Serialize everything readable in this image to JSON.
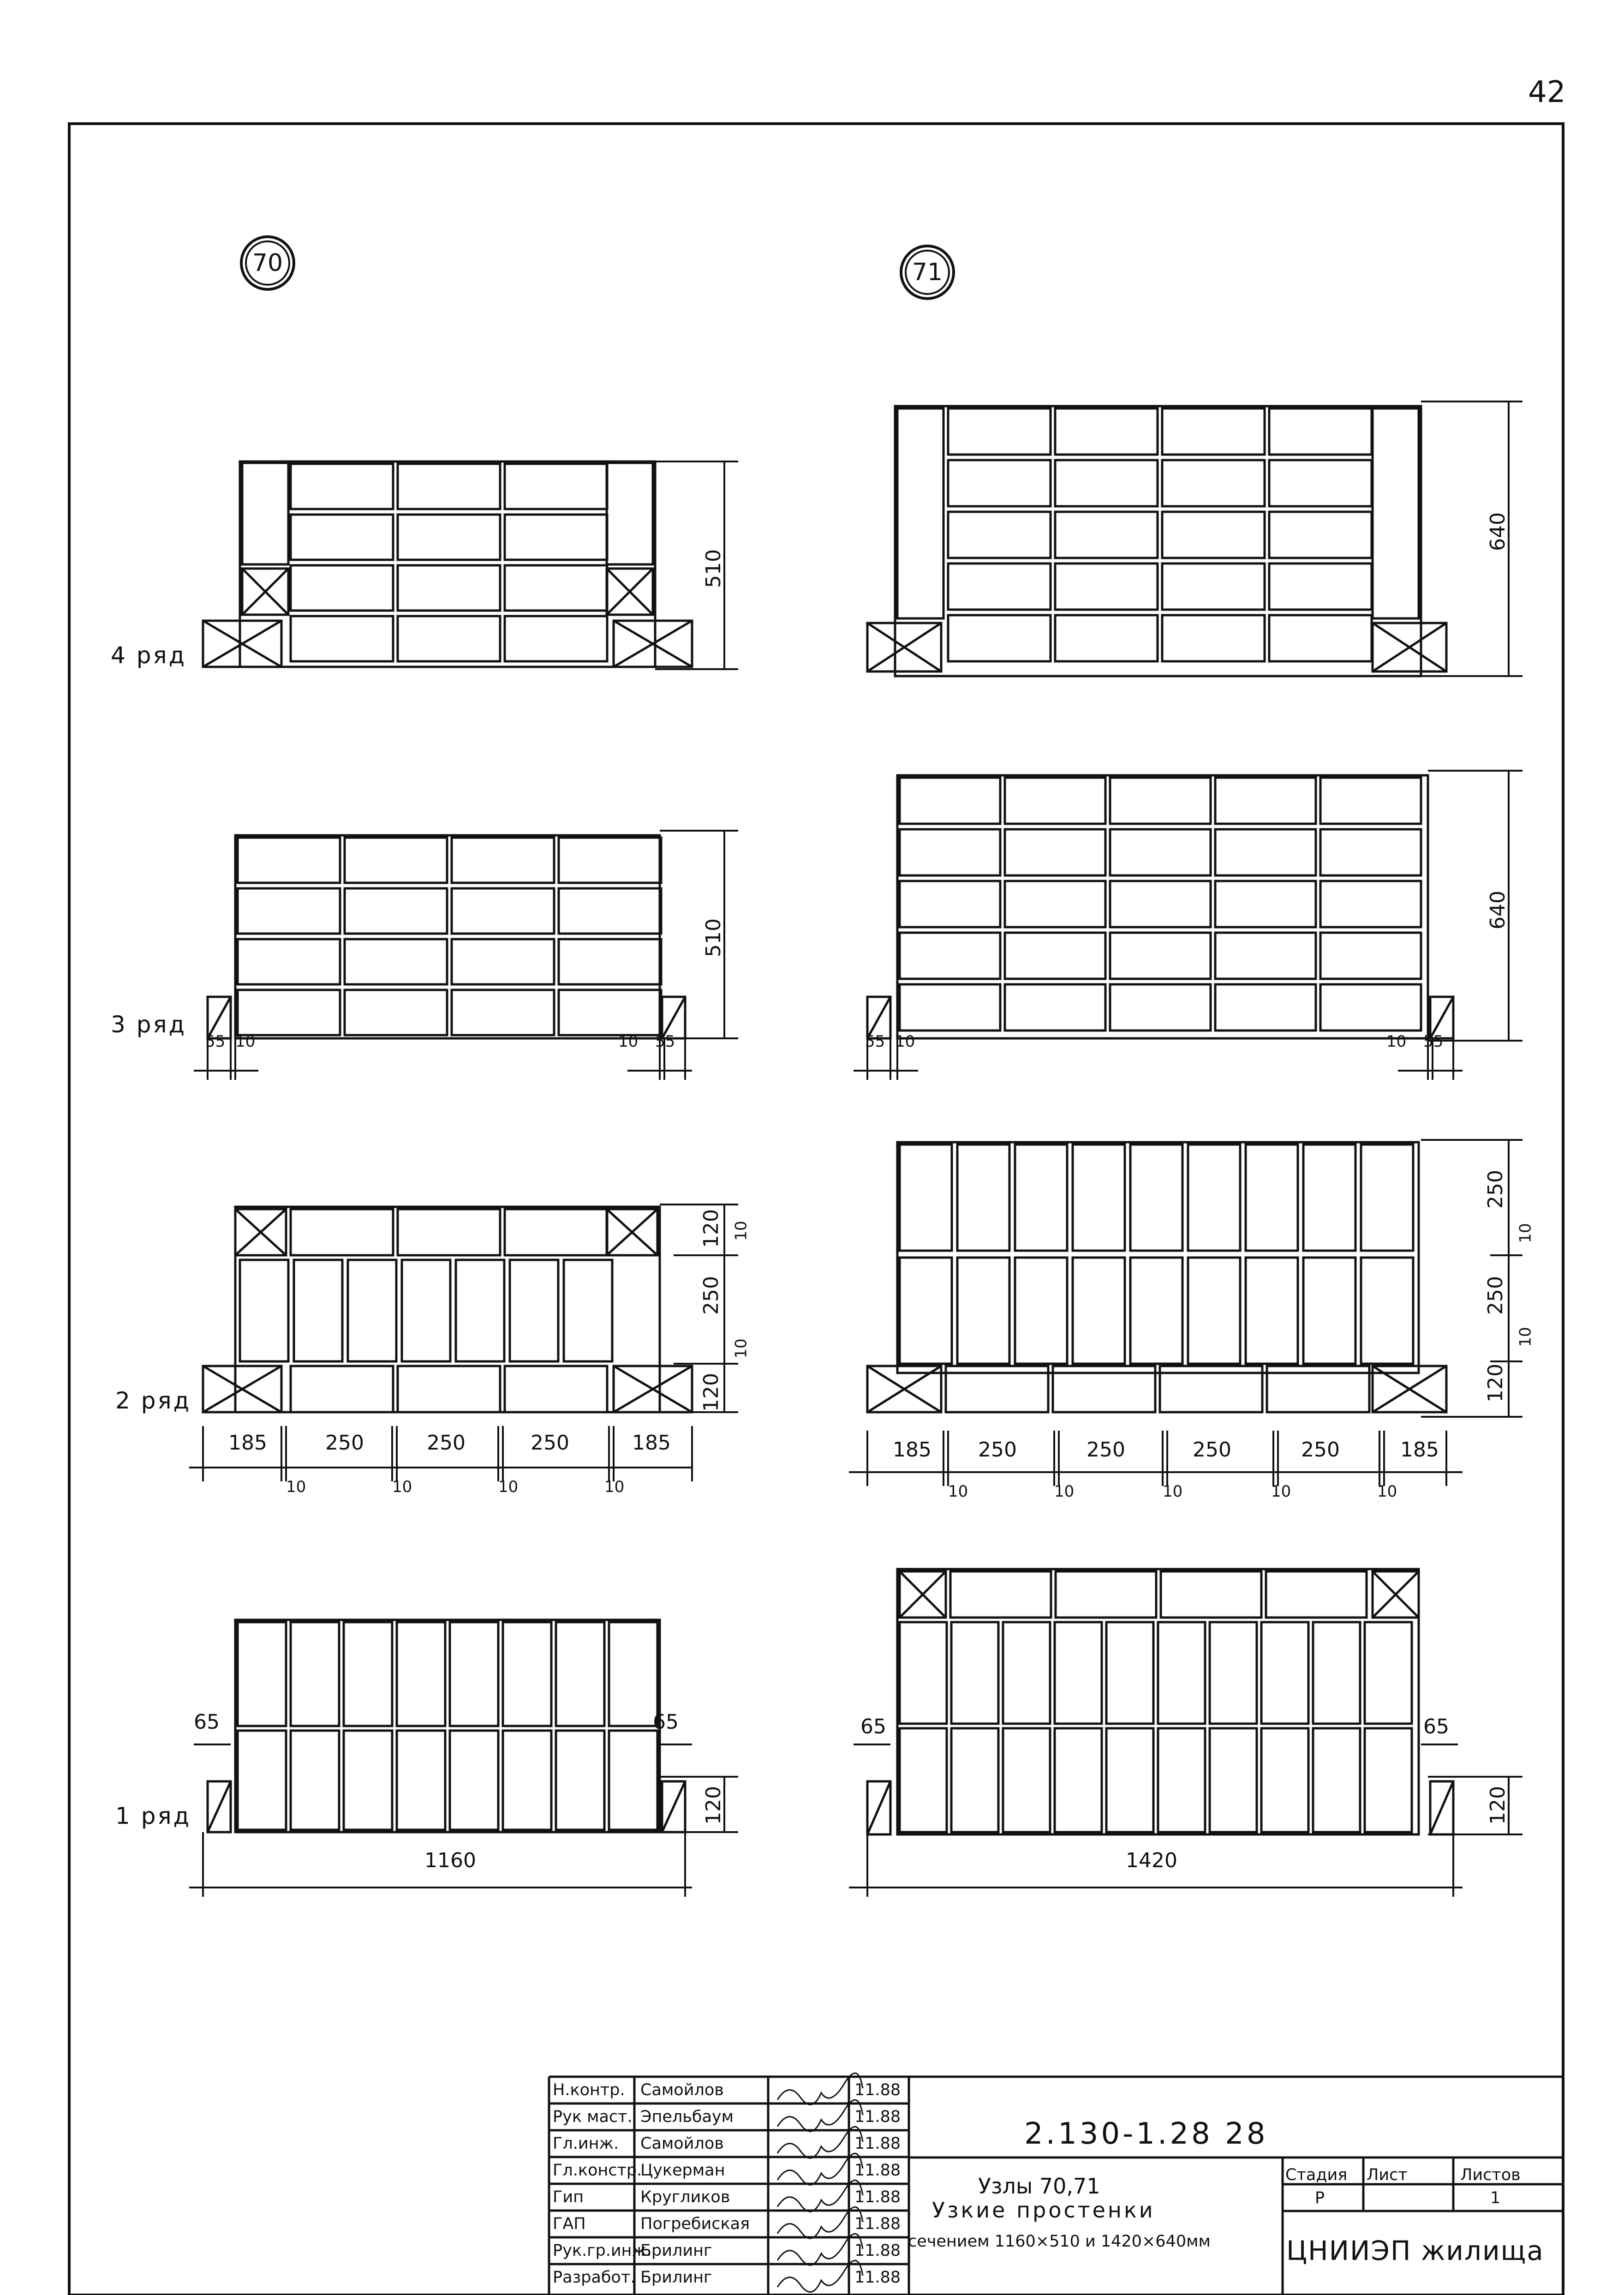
{
  "page_number": "42",
  "nodes": {
    "left": "70",
    "right": "71"
  },
  "rows": {
    "row4": "4 ряд",
    "row3": "3 ряд",
    "row2": "2 ряд",
    "row1": "1 ряд"
  },
  "dimensions": {
    "h510": "510",
    "h640": "640",
    "d55": "55",
    "d10": "10",
    "d120": "120",
    "d250": "250",
    "d185": "185",
    "d65": "65",
    "w1160": "1160",
    "w1420": "1420"
  },
  "title_block": {
    "roles": [
      "Н.контр.",
      "Рук маст.",
      "Гл.инж.",
      "Гл.констр.",
      "Гип",
      "ГАП",
      "Рук.гр.инж.",
      "Разработ."
    ],
    "names": [
      "Самойлов",
      "Эпельбаум",
      "Самойлов",
      "Цукерман",
      "Кругликов",
      "Погребиская",
      "Брилинг",
      "Брилинг"
    ],
    "dates": [
      "11.88",
      "11.88",
      "11.88",
      "11.88",
      "11.88",
      "11.88",
      "11.88",
      "11.88"
    ],
    "code": "2.130-1.28 28",
    "title_line1": "Узлы 70,71",
    "title_line2": "Узкие простенки",
    "title_line3": "сечением 1160×510 и 1420×640мм",
    "stage_label": "Стадия",
    "sheet_label": "Лист",
    "sheets_label": "Листов",
    "stage_value": "Р",
    "sheets_value": "1",
    "organization": "ЦНИИЭП жилища"
  }
}
